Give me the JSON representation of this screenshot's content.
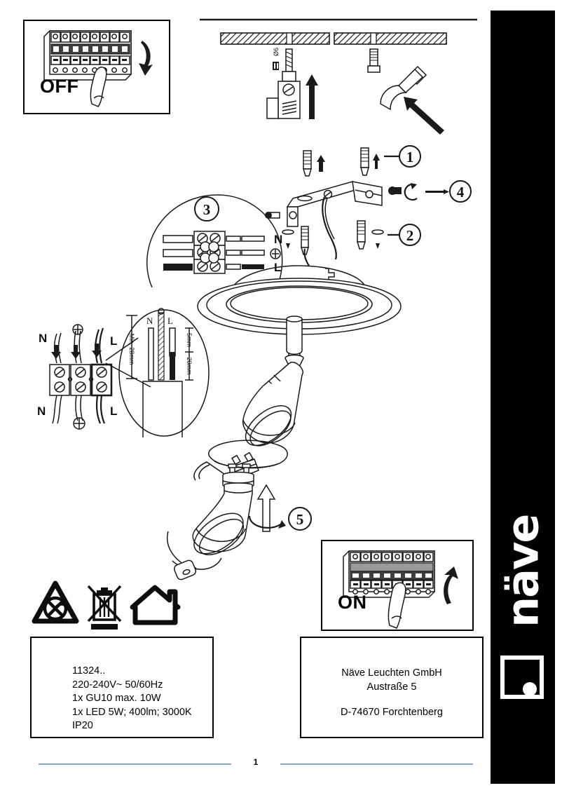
{
  "document": {
    "type": "installation-manual-page",
    "product_series": "11324..",
    "page_number": "1"
  },
  "panels": {
    "off": {
      "label": "OFF",
      "icon": "circuit-breaker-panel",
      "description": "Switch the circuit breaker off before installation",
      "arrow": "down-curved-arrow"
    },
    "on": {
      "label": "ON",
      "icon": "circuit-breaker-panel",
      "description": "Switch the circuit breaker on after installation",
      "arrow": "up-curved-arrow"
    }
  },
  "steps": {
    "drill": {
      "diameter_label": "Ø6",
      "tool": "drill-icon",
      "surface": "ceiling-hatched"
    },
    "hammer": {
      "tool": "hammer-icon",
      "part": "wall-plug-icon"
    },
    "callouts": [
      {
        "number": "1",
        "part": "wall-plug"
      },
      {
        "number": "2",
        "part": "screw"
      },
      {
        "number": "3",
        "part": "terminal-block-connection"
      },
      {
        "number": "4",
        "part": "grub-screw-rotate"
      },
      {
        "number": "5",
        "part": "gu10-lamp-twist-lock"
      }
    ]
  },
  "wiring": {
    "terminal_labels": {
      "neutral": "N",
      "earth": "⊕",
      "live": "L"
    },
    "terminal_block_top_left": "N",
    "terminal_block_bottom_left": "N",
    "terminal_block_top_right": "L",
    "terminal_block_bottom_right": "L",
    "strip_detail": {
      "sheath_label": "Min. 28mm",
      "conductor_short": "5mm",
      "conductor_long": "20mm",
      "wire_n": "N",
      "wire_l": "L"
    }
  },
  "safety_icons": [
    {
      "name": "do-not-cover-icon",
      "meaning": "Do not cover luminaire"
    },
    {
      "name": "weee-bin-icon",
      "meaning": "Separate waste collection"
    },
    {
      "name": "indoor-use-icon",
      "meaning": "For indoor use only"
    }
  ],
  "specification": {
    "lines": [
      "11324..",
      "220-240V~ 50/60Hz",
      "1x GU10 max. 10W",
      "1x LED 5W; 400lm; 3000K",
      "IP20"
    ]
  },
  "manufacturer": {
    "name": "Näve Leuchten GmbH",
    "street": "Austraße 5",
    "city": "D-74670 Forchtenberg"
  },
  "brand": {
    "logo_text": "näve",
    "logo_mark": "square-with-dot"
  },
  "colors": {
    "ink": "#1a1a1a",
    "sidebar": "#000000",
    "footer_rule": "#8aa8c8",
    "paper": "#ffffff"
  }
}
